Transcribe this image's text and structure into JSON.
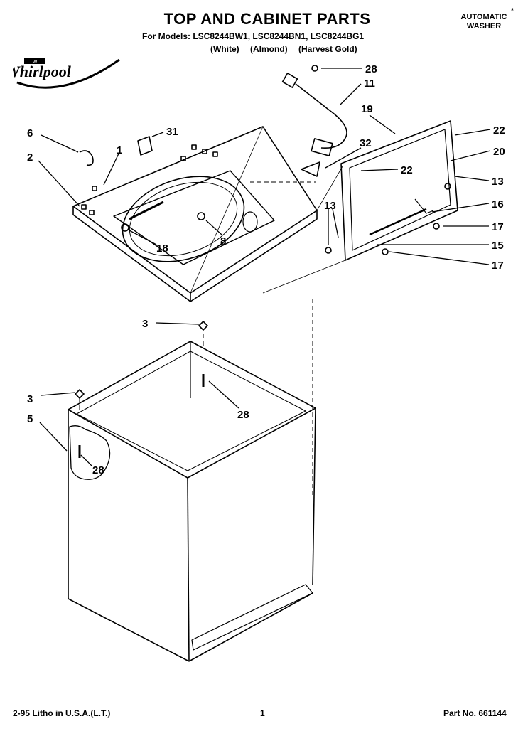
{
  "header": {
    "title": "TOP AND CABINET PARTS",
    "models_line": "For Models: LSC8244BW1, LSC8244BN1, LSC8244BG1",
    "colors": [
      "(White)",
      "(Almond)",
      "(Harvest Gold)"
    ],
    "product_type_line1": "AUTOMATIC",
    "product_type_line2": "WASHER",
    "corner_mark": "*"
  },
  "brand": {
    "logo_text": "Whirlpool",
    "logo_badge": "W"
  },
  "callouts": {
    "c28a": "28",
    "c11": "11",
    "c19": "19",
    "c22a": "22",
    "c20": "20",
    "c32": "32",
    "c22b": "22",
    "c13a": "13",
    "c16": "16",
    "c13b": "13",
    "c17a": "17",
    "c15": "15",
    "c17b": "17",
    "c6": "6",
    "c31": "31",
    "c1": "1",
    "c2": "2",
    "c18": "18",
    "c8": "8",
    "c3a": "3",
    "c28b": "28",
    "c3b": "3",
    "c5": "5",
    "c28c": "28"
  },
  "footer": {
    "litho": "2-95 Litho in U.S.A.(L.T.)",
    "page": "1",
    "part_no": "Part No. 661144"
  }
}
